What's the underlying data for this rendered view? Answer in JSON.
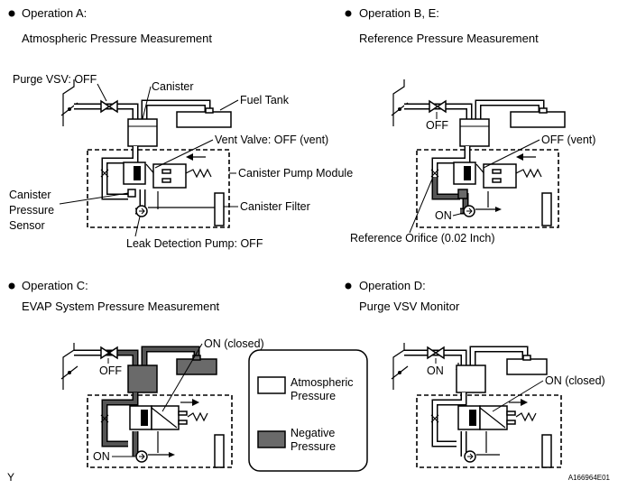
{
  "panels": {
    "a": {
      "heading": "Operation A:",
      "title": "Atmospheric Pressure Measurement",
      "labels": {
        "purge_vsv": "Purge VSV: OFF",
        "canister": "Canister",
        "fuel_tank": "Fuel Tank",
        "vent_valve": "Vent Valve: OFF (vent)",
        "pump_module": "Canister Pump Module",
        "pressure_sensor_1": "Canister",
        "pressure_sensor_2": "Pressure",
        "pressure_sensor_3": "Sensor",
        "filter": "Canister Filter",
        "leak_pump": "Leak Detection Pump: OFF"
      }
    },
    "b": {
      "heading": "Operation B, E:",
      "title": "Reference Pressure Measurement",
      "labels": {
        "vsv": "OFF",
        "vent": "OFF (vent)",
        "pump": "ON",
        "orifice": "Reference Orifice (0.02 Inch)"
      }
    },
    "c": {
      "heading": "Operation C:",
      "title": "EVAP System Pressure Measurement",
      "labels": {
        "vent": "ON (closed)",
        "vsv": "OFF",
        "pump": "ON"
      }
    },
    "d": {
      "heading": "Operation D:",
      "title": "Purge VSV Monitor",
      "labels": {
        "vsv": "ON",
        "vent": "ON (closed)"
      }
    }
  },
  "legend": {
    "atmospheric_1": "Atmospheric",
    "atmospheric_2": "Pressure",
    "negative_1": "Negative",
    "negative_2": "Pressure"
  },
  "corner_left": "Y",
  "corner_right": "A166964E01",
  "colors": {
    "negative_fill": "#6a6a6a",
    "line": "#000000",
    "background": "#ffffff"
  }
}
